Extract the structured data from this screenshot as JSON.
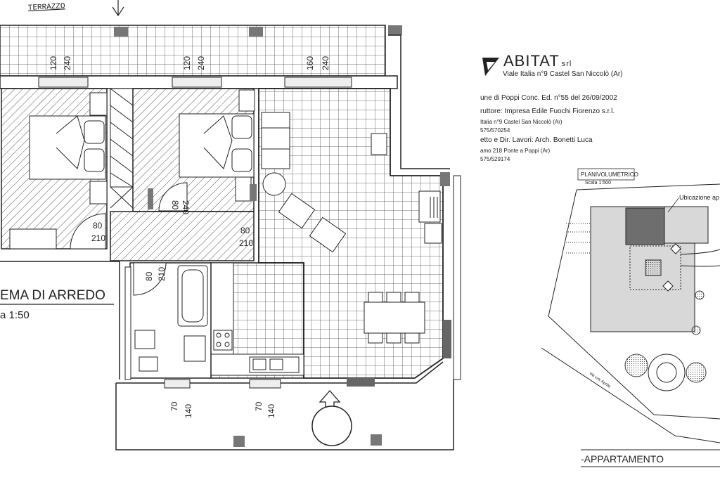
{
  "top_label": "TERRAZZO",
  "dimensions": {
    "win1": [
      "120",
      "240"
    ],
    "win2": [
      "120",
      "240"
    ],
    "win3": [
      "160",
      "240"
    ],
    "door_bed1": [
      "80",
      "210"
    ],
    "door_hall": [
      "80",
      "210"
    ],
    "door_bath": [
      "80",
      "210"
    ],
    "door_closet": [
      "80",
      "240"
    ],
    "win_bath": [
      "70",
      "140"
    ],
    "win_kitchen": [
      "70",
      "140"
    ]
  },
  "title_block": {
    "line1": "SCHEMA DI ARREDO",
    "line1_visible": "EMA DI ARREDO",
    "line2_visible": "a 1:50"
  },
  "company": {
    "name": "ABITAT",
    "suffix": "srl",
    "address": "Viale Italia n°9 Castel San Niccolò (Ar)",
    "lines": [
      "une di Poppi Conc. Ed. n°55 del 26/09/2002",
      "ruttore: Impresa Edile Fuochi Fiorenzo s.r.l.",
      "Italia n°9 Castel San Niccolò (Ar)",
      "575/570254",
      "etto e Dir. Lavori: Arch. Bonetti Luca",
      "amo 218 Ponte a Poppi (Ar)",
      "575/529174"
    ]
  },
  "site_plan": {
    "title": "PLANIVOLUMETRICO",
    "scale": "Scala 1:500",
    "location_label": "Ubicazione ap",
    "street": "via xxx Aprile"
  },
  "bottom_label": "-APPARTAMENTO",
  "colors": {
    "ink": "#222222",
    "hatch": "#555555",
    "fill_dark": "#6e6e6e",
    "fill_light": "#d8d8d8"
  }
}
